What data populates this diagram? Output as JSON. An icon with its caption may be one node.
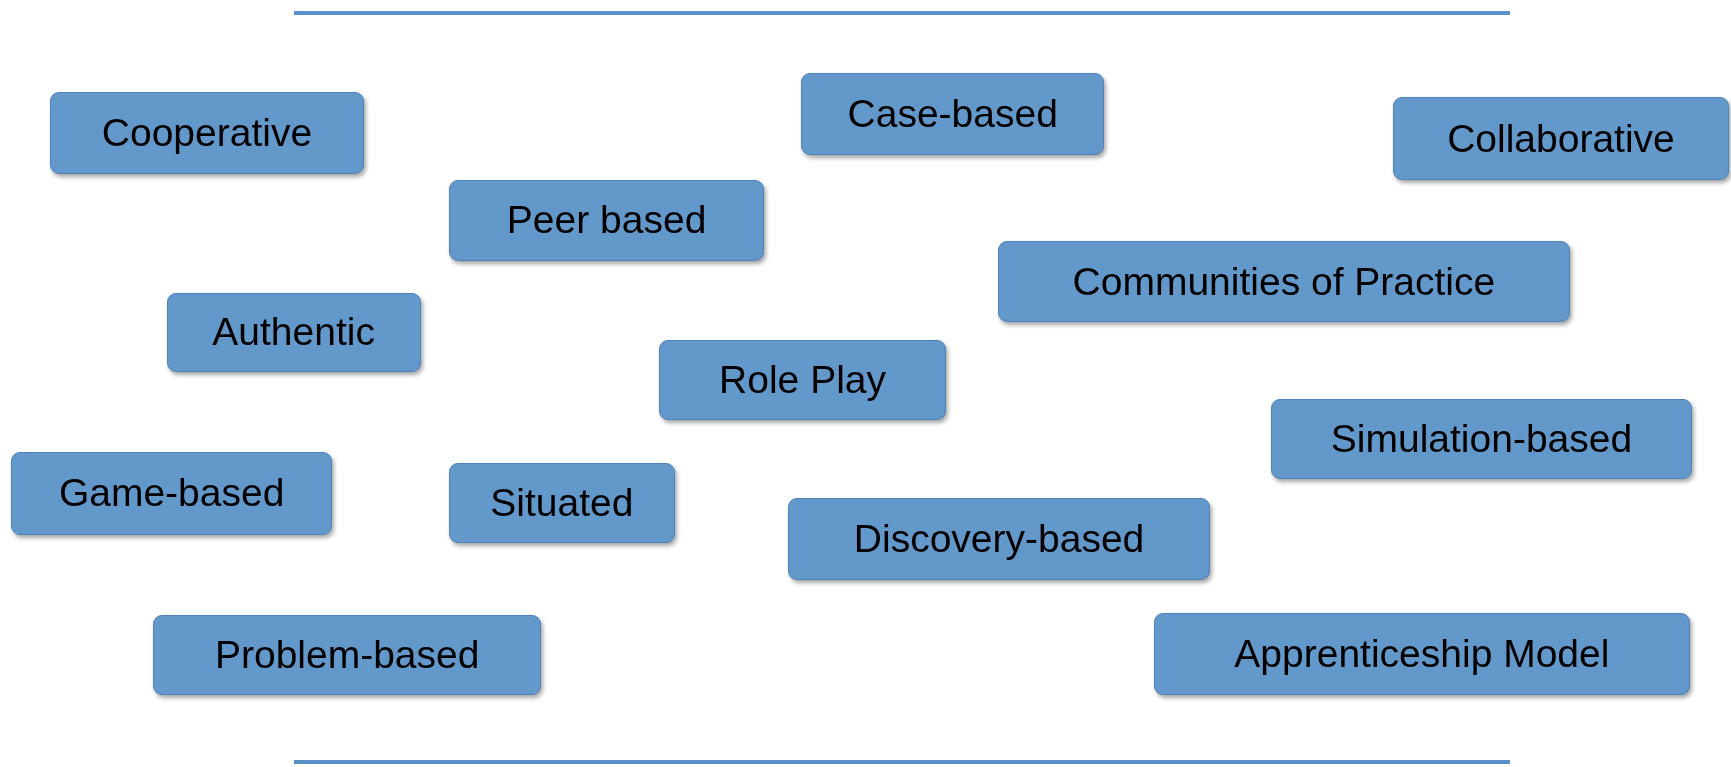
{
  "diagram": {
    "nodes": [
      {
        "text": [
          "Cooperative"
        ]
      },
      {
        "text": [
          "Case-based"
        ]
      },
      {
        "text": [
          "Collaborative"
        ]
      },
      {
        "text": [
          "Peer based"
        ]
      },
      {
        "text": [
          "Communities of Practice"
        ]
      },
      {
        "text": [
          "Authentic"
        ]
      },
      {
        "text": [
          "Role Play"
        ]
      },
      {
        "text": [
          "Simulation-based"
        ]
      },
      {
        "text": [
          "Game-based"
        ]
      },
      {
        "text": [
          "Situated"
        ]
      },
      {
        "text": [
          "Discovery-based"
        ]
      },
      {
        "text": [
          "Problem-based"
        ]
      },
      {
        "text": [
          "Apprenticeship Model"
        ]
      }
    ]
  }
}
